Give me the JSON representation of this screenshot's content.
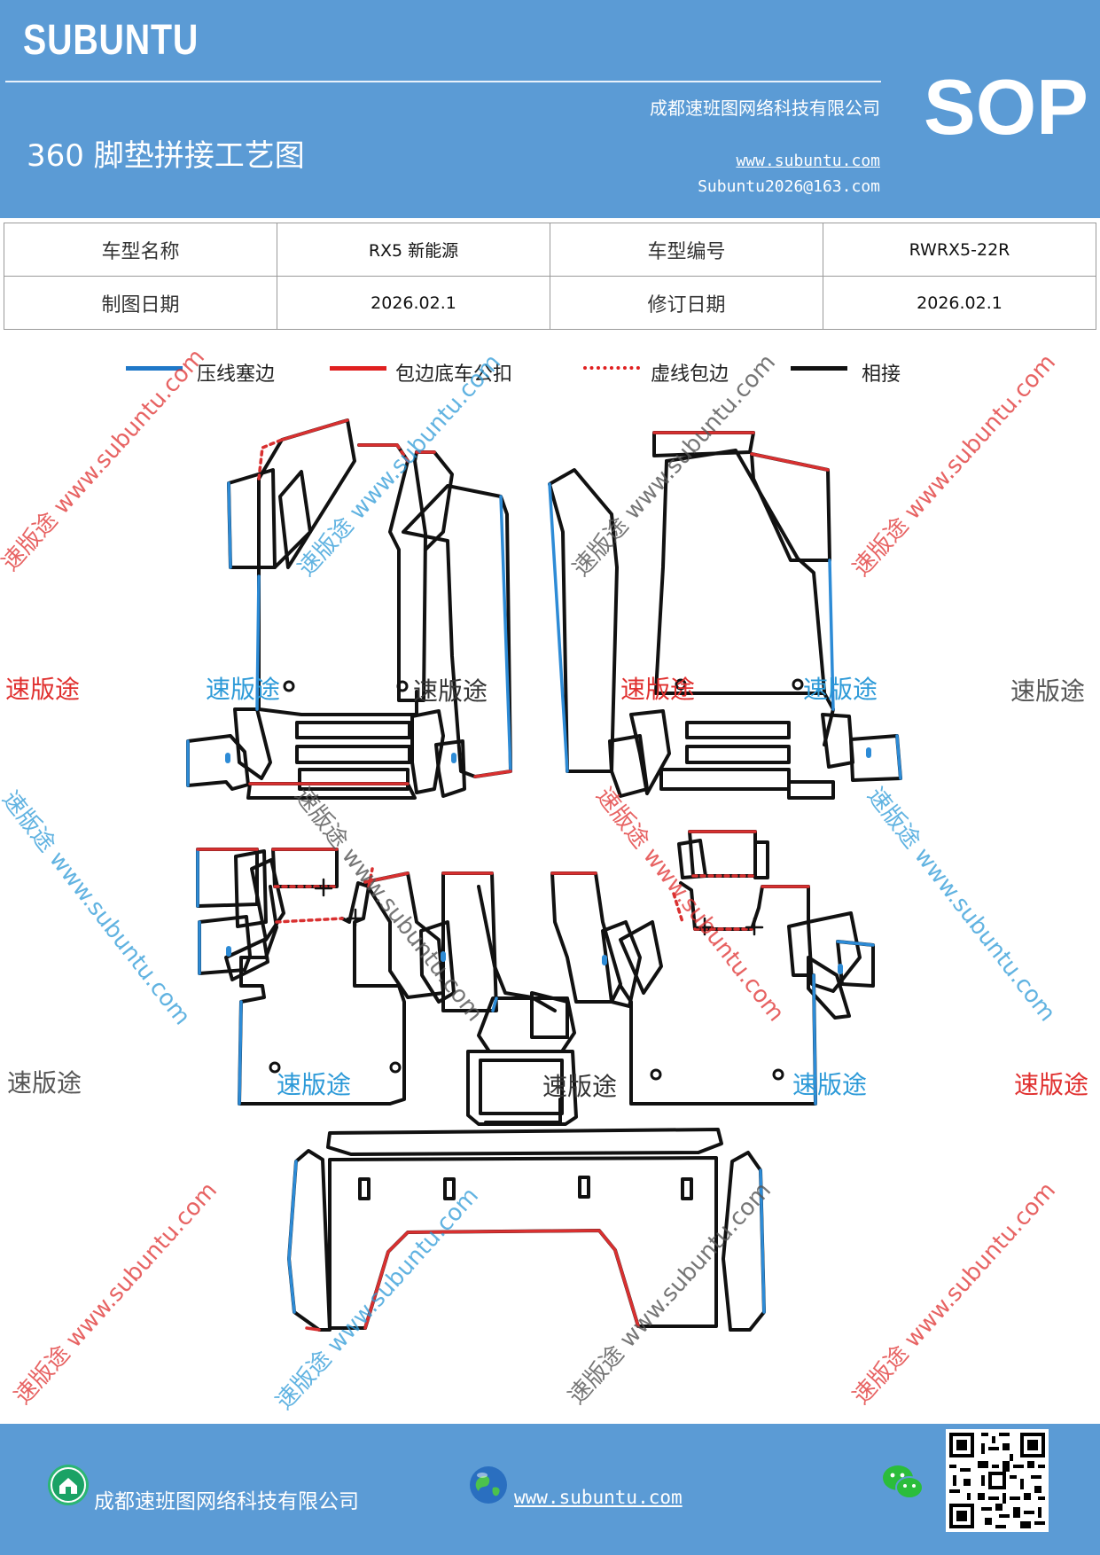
{
  "header": {
    "brand": "SUBUNTU",
    "company": "成都速班图网络科技有限公司",
    "title": "360 脚垫拼接工艺图",
    "website": "www.subuntu.com",
    "email": "Subuntu2026@163.com",
    "doc_type": "SOP",
    "bg_color": "#5b9bd5"
  },
  "info_table": {
    "model_name_label": "车型名称",
    "model_name_value": "RX5  新能源",
    "model_code_label": "车型编号",
    "model_code_value": "RWRX5-22R",
    "draw_date_label": "制图日期",
    "draw_date_value": "2026.02.1",
    "revise_date_label": "修订日期",
    "revise_date_value": "2026.02.1"
  },
  "legend": [
    {
      "label": "压线塞边",
      "color": "#1f78c8",
      "style": "solid"
    },
    {
      "label": "包边底车公扣",
      "color": "#e02020",
      "style": "solid"
    },
    {
      "label": "虚线包边",
      "color": "#e02020",
      "style": "dotted"
    },
    {
      "label": "相接",
      "color": "#111111",
      "style": "solid"
    }
  ],
  "watermarks": {
    "diagonal": "速版途 www.subuntu.com",
    "short": "速版途"
  },
  "footer": {
    "company": "成都速班图网络科技有限公司",
    "website": "www.subuntu.com",
    "icons": [
      "company-icon",
      "globe-icon",
      "wechat-icon",
      "qr-code"
    ]
  },
  "colors": {
    "blue_edge": "#2d8bd6",
    "red_edge": "#d93030",
    "black_edge": "#111111"
  }
}
